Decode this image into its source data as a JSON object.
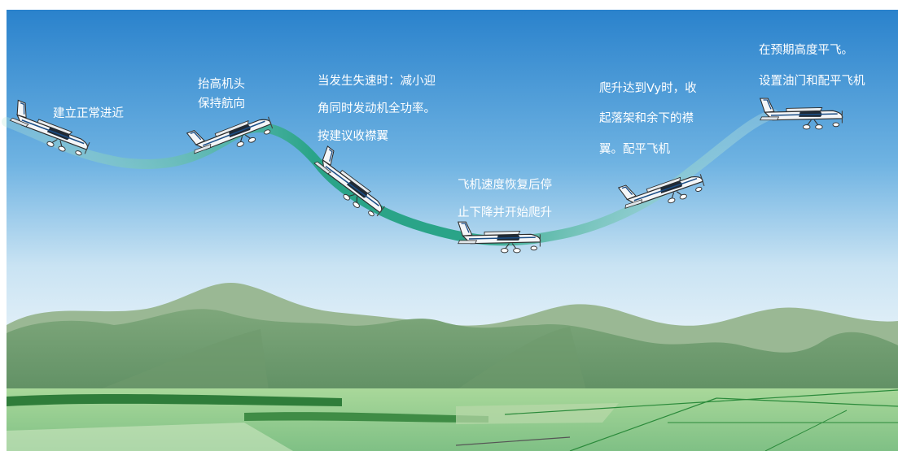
{
  "labels": {
    "step1": [
      "建立正常进近"
    ],
    "step2": [
      "抬高机头",
      "保持航向"
    ],
    "step3": [
      "当发生失速时：减小迎",
      "角同时发动机全功率。",
      "按建议收襟翼"
    ],
    "step4": [
      "飞机速度恢复后停",
      "止下降并开始爬升"
    ],
    "step5": [
      "爬升达到Vy时，收",
      "起落架和余下的襟",
      "翼。配平飞机"
    ],
    "step6": [
      "在预期高度平飞。",
      "设置油门和配平飞机"
    ]
  },
  "colors": {
    "sky_top": "#2e86cf",
    "sky_bottom": "#dcecf7",
    "trail": "#2fa88c",
    "mountain": "#7fa97c",
    "field": "#9ccf8f"
  }
}
